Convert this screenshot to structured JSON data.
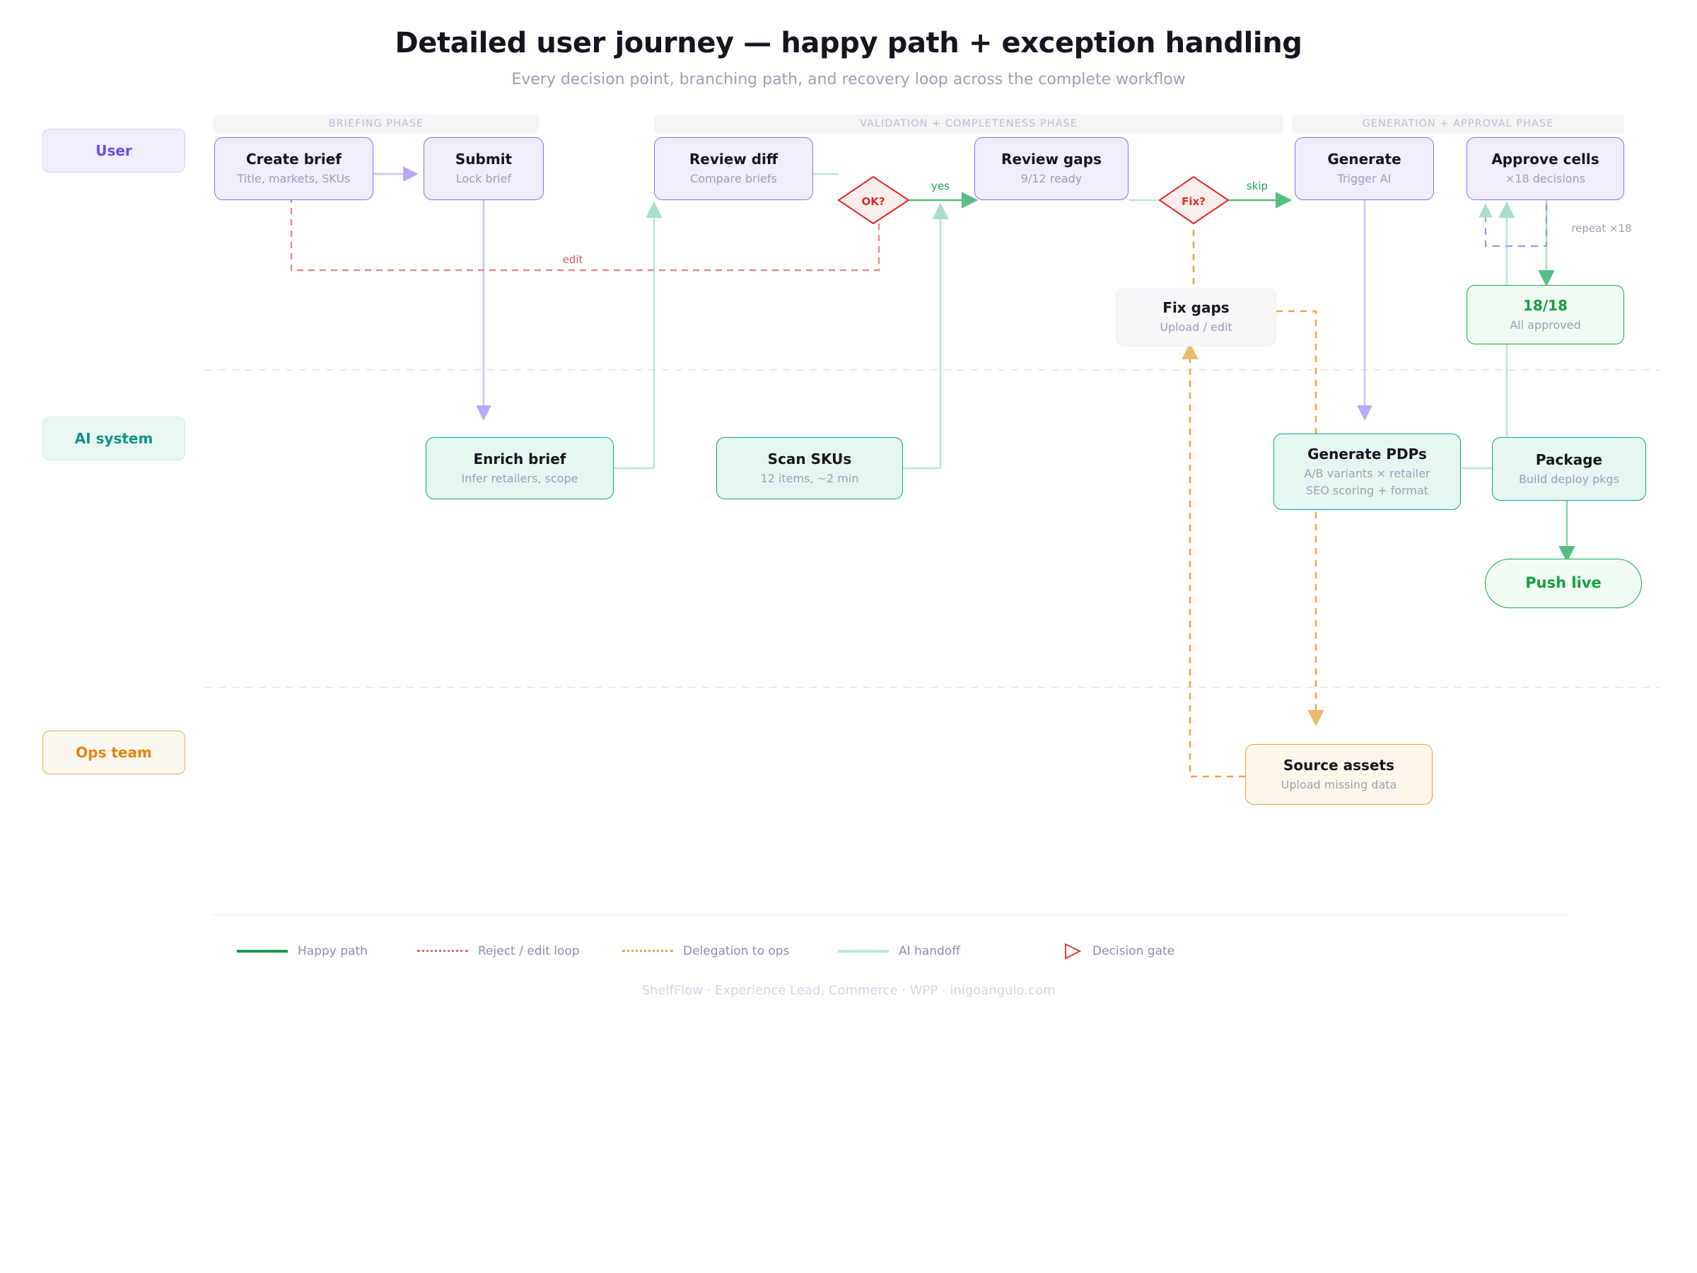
{
  "header": {
    "title": "Detailed user journey — happy path + exception handling",
    "subtitle": "Every decision point, branching path, and recovery loop across the complete workflow"
  },
  "phases": [
    {
      "label": "Briefing phase"
    },
    {
      "label": "Validation + completeness phase"
    },
    {
      "label": "Generation + approval phase"
    }
  ],
  "lanes": [
    {
      "label": "User"
    },
    {
      "label": "AI system"
    },
    {
      "label": "Ops team"
    }
  ],
  "nodes": {
    "create_brief": {
      "title": "Create brief",
      "sub": "Title, markets, SKUs"
    },
    "submit": {
      "title": "Submit",
      "sub": "Lock brief"
    },
    "review_diff": {
      "title": "Review diff",
      "sub": "Compare briefs"
    },
    "review_gaps": {
      "title": "Review gaps",
      "sub": "9/12 ready"
    },
    "generate": {
      "title": "Generate",
      "sub": "Trigger AI"
    },
    "approve_cells": {
      "title": "Approve cells",
      "sub": "×18 decisions"
    },
    "fix_gaps": {
      "title": "Fix gaps",
      "sub": "Upload / edit"
    },
    "all_approved": {
      "title": "18/18",
      "sub": "All approved"
    },
    "enrich_brief": {
      "title": "Enrich brief",
      "sub": "Infer retailers, scope"
    },
    "scan_skus": {
      "title": "Scan SKUs",
      "sub": "12 items, ~2 min"
    },
    "generate_pdps": {
      "title": "Generate PDPs",
      "sub": "A/B variants × retailer",
      "sub2": "SEO scoring + format"
    },
    "package": {
      "title": "Package",
      "sub": "Build deploy pkgs"
    },
    "push_live": {
      "title": "Push live",
      "sub": ""
    },
    "source_assets": {
      "title": "Source assets",
      "sub": "Upload missing data"
    }
  },
  "gates": {
    "ok": {
      "label": "OK?"
    },
    "fix": {
      "label": "Fix?"
    }
  },
  "edge_labels": {
    "yes": "yes",
    "skip": "skip",
    "edit": "edit",
    "repeat": "repeat ×18"
  },
  "legend": [
    {
      "key": "happy",
      "label": "Happy path"
    },
    {
      "key": "reject",
      "label": "Reject / edit loop"
    },
    {
      "key": "delegation",
      "label": "Delegation to ops"
    },
    {
      "key": "handoff",
      "label": "AI handoff"
    },
    {
      "key": "gate",
      "label": "Decision gate"
    }
  ],
  "footer": {
    "text": "ShelfFlow · Experience Lead, Commerce · WPP · inigoangulo.com"
  },
  "colors": {
    "happy": "#139b4b",
    "reject": "#e06a6a",
    "delegation": "#eaa84a",
    "handoff": "#bde6dc",
    "gate": "#e02a2a",
    "user": "#8b6cf6",
    "ai": "#12a28d",
    "ops": "#e8a13c",
    "done": "#1ea94e"
  }
}
